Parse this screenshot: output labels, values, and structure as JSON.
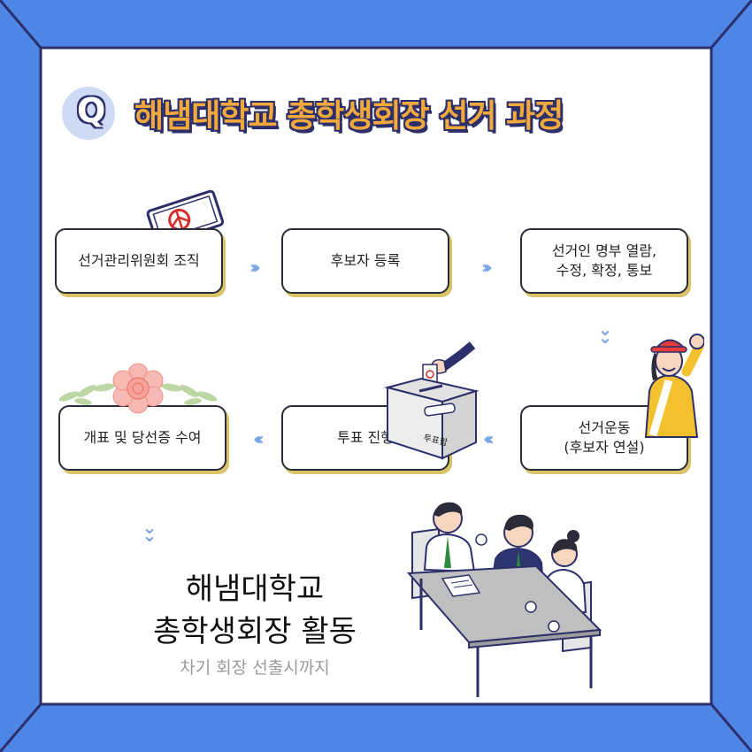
{
  "colors": {
    "frame_blue": "#4e86e8",
    "frame_dark": "#2d2f6b",
    "title_orange": "#f2a93b",
    "box_shadow_gold": "#d9c46a",
    "chevron_blue": "#7aa6e6"
  },
  "header": {
    "q_letter": "Q",
    "title": "해냄대학교 총학생회장 선거 과정"
  },
  "steps": [
    {
      "label": "선거관리위원회 조직"
    },
    {
      "label": "후보자 등록"
    },
    {
      "label": "선거인 명부 열람,\n수정, 확정, 통보"
    },
    {
      "label": "선거운동\n(후보자 연설)"
    },
    {
      "label": "투표 진행"
    },
    {
      "label": "개표 및 당선증 수여"
    }
  ],
  "ballot_box": {
    "label": "투표함"
  },
  "final": {
    "line1": "해냄대학교",
    "line2": "총학생회장 활동",
    "sub": "차기 회장 선출시까지"
  },
  "icons": [
    "ballot-paper-icon",
    "ballot-box-icon",
    "campaigner-icon",
    "flower-icon",
    "meeting-people-icon",
    "chevron-right-icon",
    "chevron-left-icon",
    "chevron-down-icon"
  ]
}
